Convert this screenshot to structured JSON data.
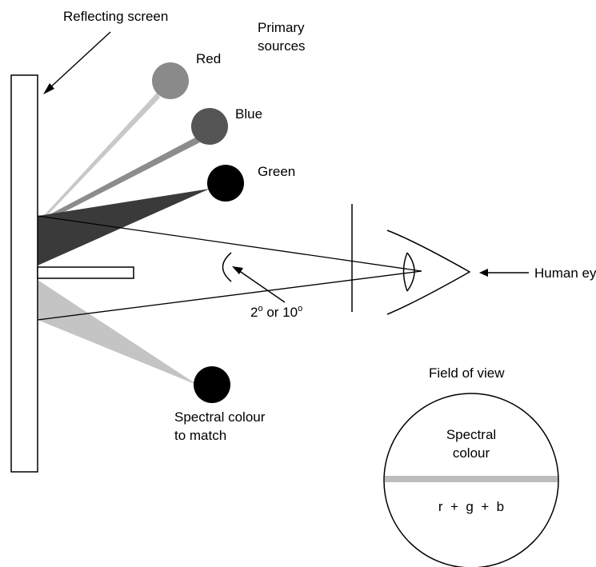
{
  "labels": {
    "reflecting_screen": "Reflecting screen",
    "primary_sources_line1": "Primary",
    "primary_sources_line2": "sources",
    "red": "Red",
    "blue": "Blue",
    "green": "Green",
    "human_eye": "Human eye",
    "angle_prefix": "2",
    "angle_mid": " or 10",
    "degree_mark": "o",
    "spectral_match_line1": "Spectral colour",
    "spectral_match_line2": "to match",
    "field_of_view": "Field of view",
    "fov_spectral_line1": "Spectral",
    "fov_spectral_line2": "colour",
    "fov_mix": "r  +  g  +  b"
  },
  "colors": {
    "red_source": "#8a8a8a",
    "blue_source": "#555555",
    "green_source": "#000000",
    "spectral_source": "#000000",
    "red_beam": "#c8c8c8",
    "blue_beam": "#8c8c8c",
    "green_beam": "#3a3a3a",
    "spectral_beam": "#c4c4c4",
    "fov_divider": "#bcbcbc"
  }
}
